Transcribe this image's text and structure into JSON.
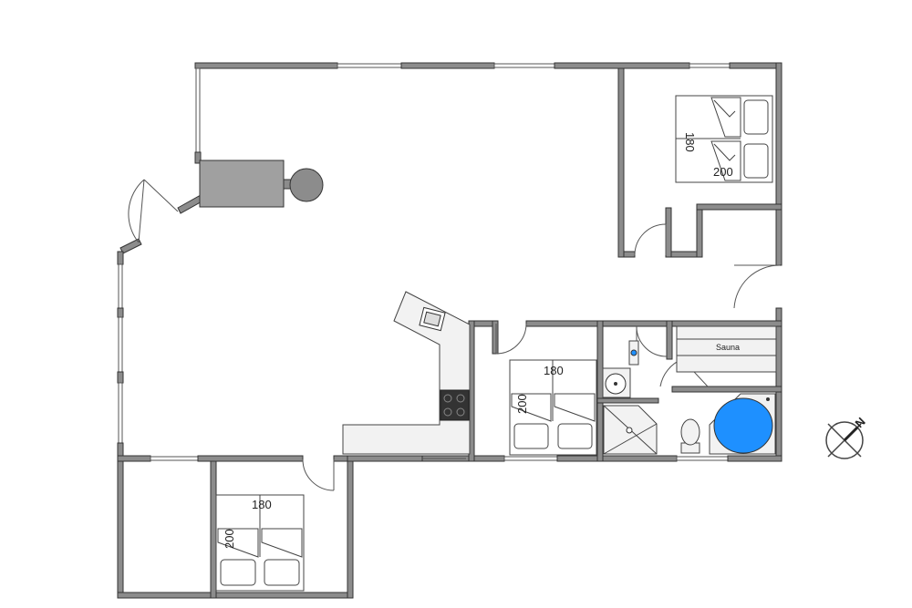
{
  "bed_labels": {
    "master_width": "180",
    "master_length": "200",
    "middle_width": "180",
    "middle_length": "200",
    "lower_width": "180",
    "lower_length": "200"
  },
  "room_labels": {
    "sauna": "Sauna"
  },
  "compass": {
    "north": "N"
  },
  "colors": {
    "wall": "#8c8c8c",
    "fireplace": "#a0a0a0",
    "bathtub": "#1e90ff",
    "stove": "#333333"
  }
}
